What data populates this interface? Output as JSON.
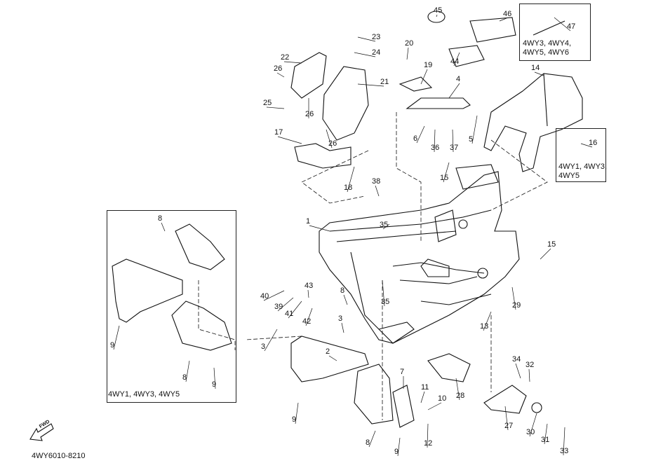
{
  "diagram": {
    "code": "4WY6010-8210",
    "fwd_label": "FWD",
    "callouts": [
      "45",
      "46",
      "47",
      "23",
      "24",
      "20",
      "44",
      "22",
      "26",
      "19",
      "14",
      "21",
      "4",
      "25",
      "26",
      "26",
      "17",
      "6",
      "36",
      "37",
      "5",
      "16",
      "18",
      "15",
      "38",
      "1",
      "35",
      "35",
      "15",
      "8",
      "9",
      "8",
      "9",
      "43",
      "40",
      "39",
      "41",
      "42",
      "8",
      "29",
      "13",
      "3",
      "3",
      "2",
      "7",
      "34",
      "32",
      "11",
      "10",
      "28",
      "9",
      "27",
      "30",
      "31",
      "12",
      "8",
      "9",
      "33"
    ],
    "variant_boxes": [
      {
        "text": "4WY3, 4WY4,\n4WY5, 4WY6"
      },
      {
        "text": "4WY1, 4WY3,\n4WY5"
      },
      {
        "text": "4WY1, 4WY3, 4WY5"
      }
    ],
    "line_color": "#111111",
    "background": "#ffffff"
  }
}
